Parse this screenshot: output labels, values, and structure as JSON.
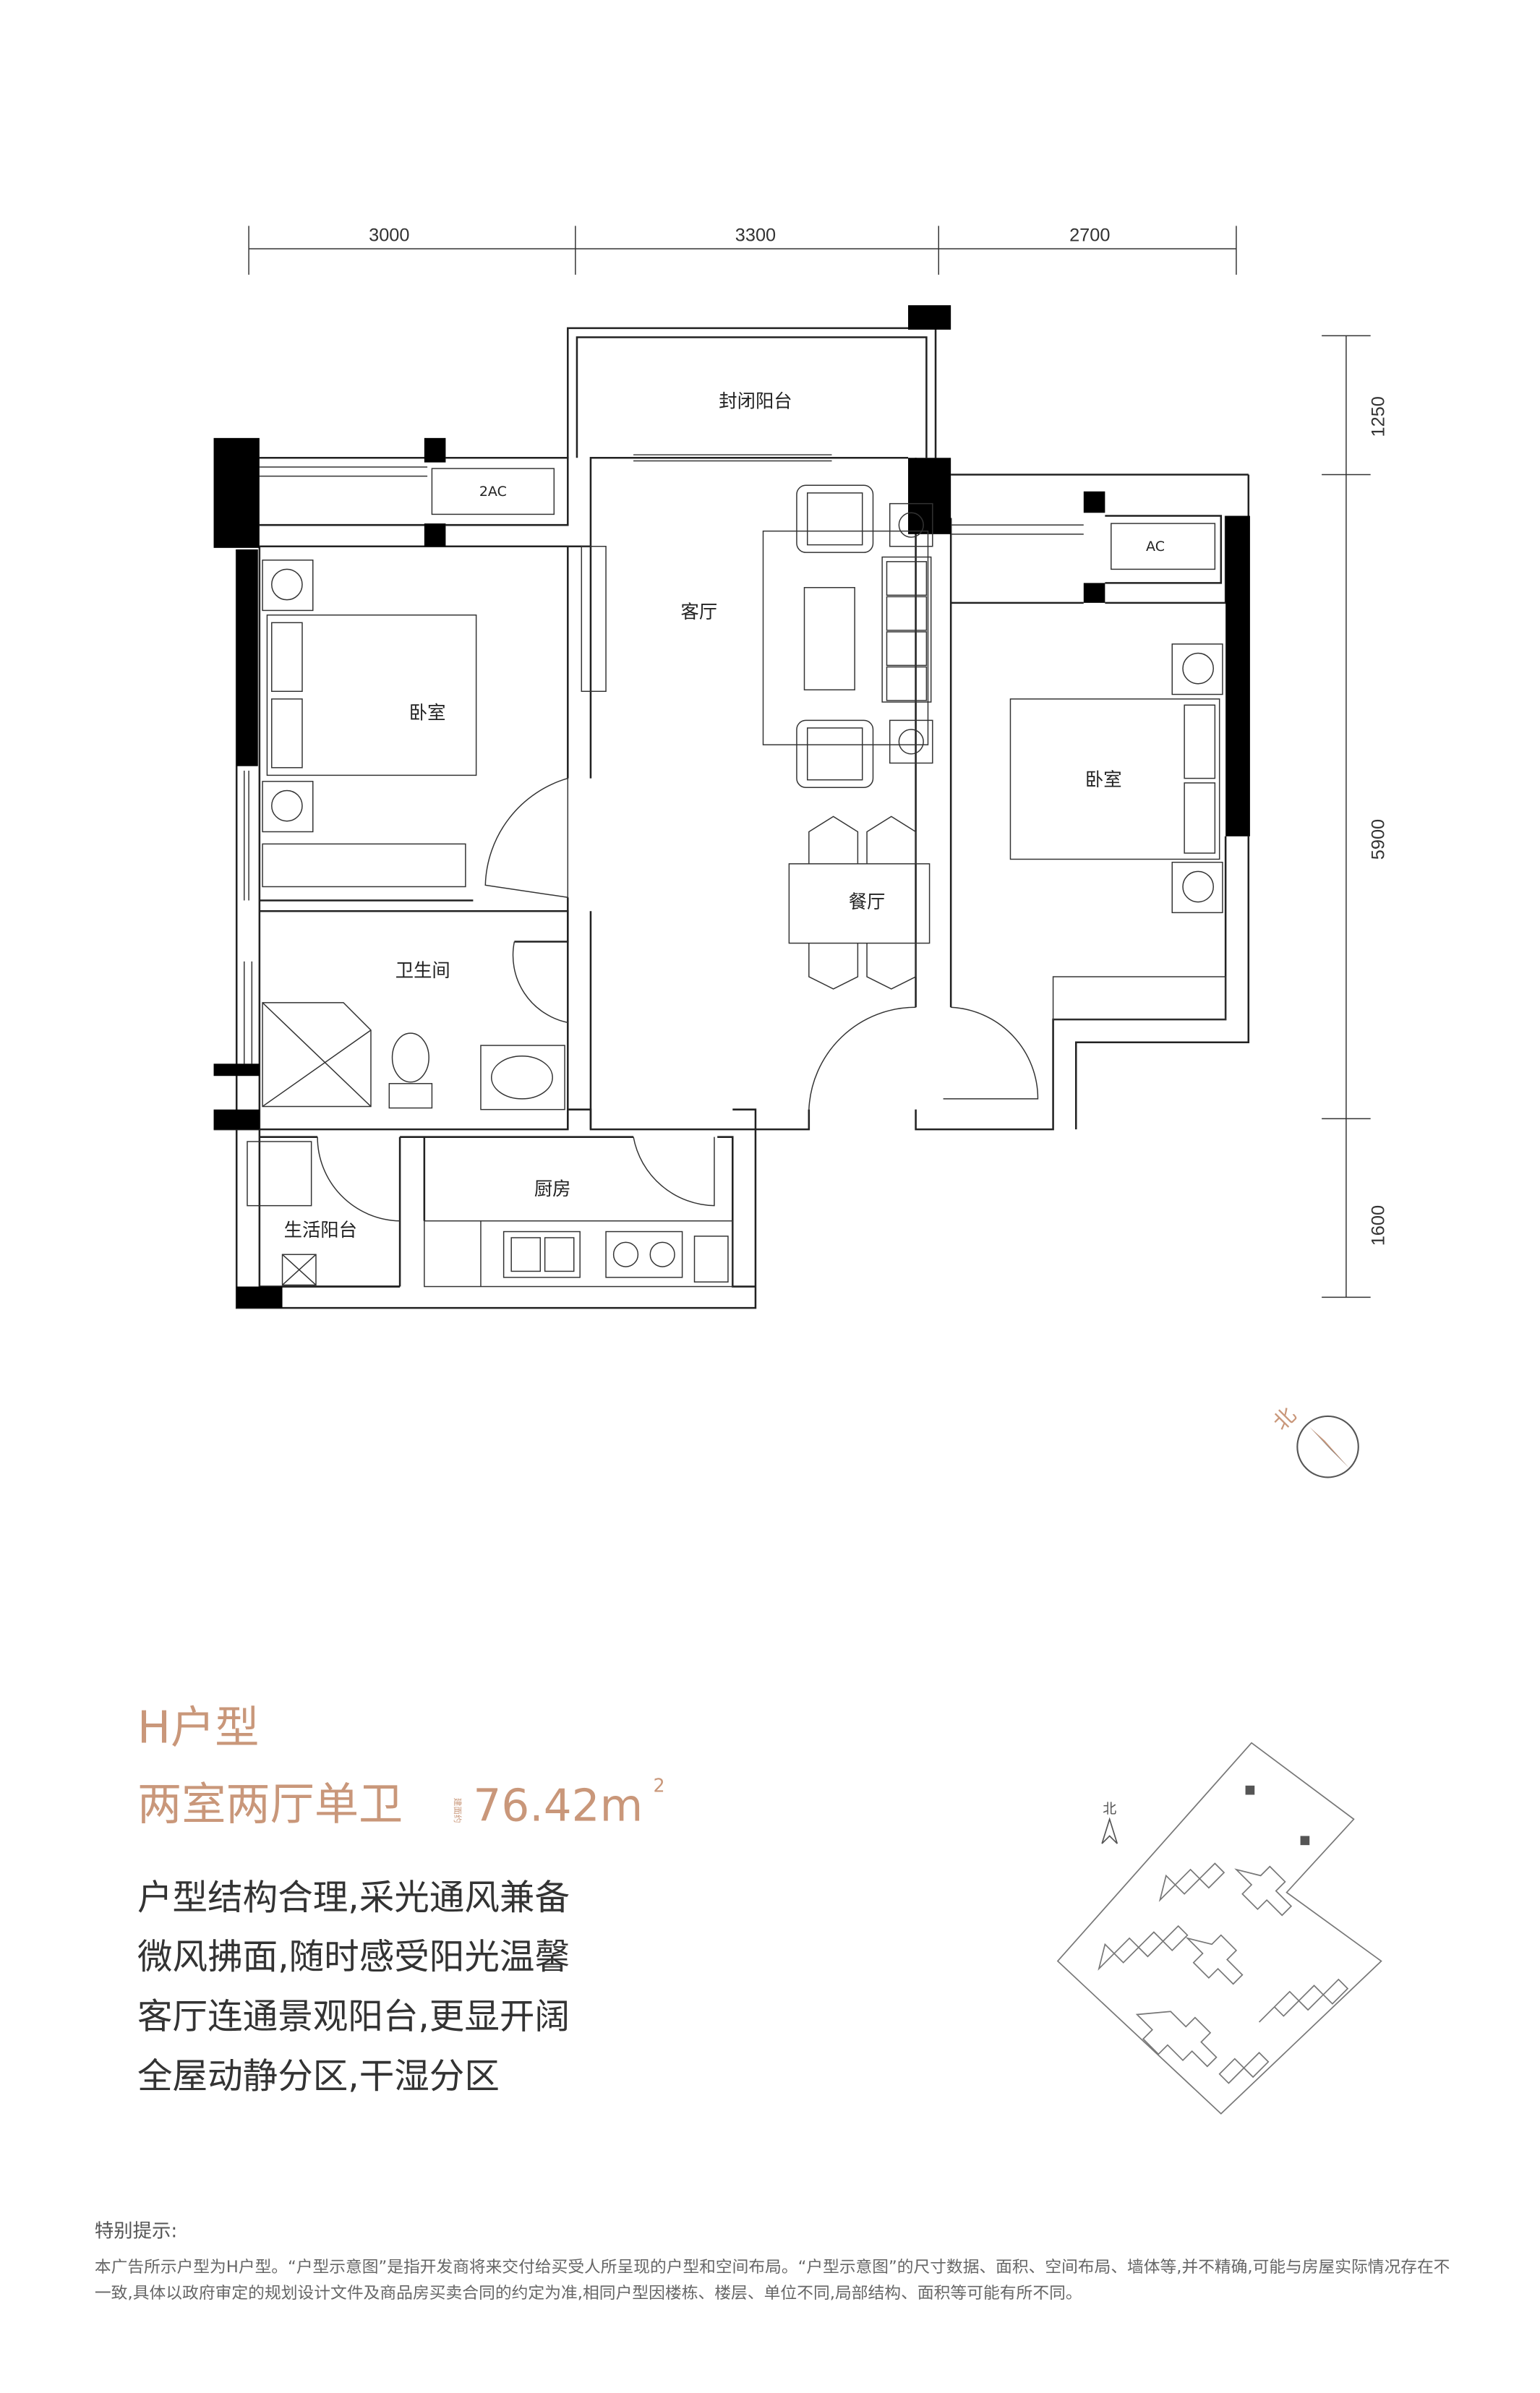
{
  "dimensions": {
    "top": [
      "3000",
      "3300",
      "2700"
    ],
    "right": [
      "1250",
      "5900",
      "1600"
    ]
  },
  "rooms": {
    "sealed_balcony": "封闭阳台",
    "living_room": "客厅",
    "bedroom_left": "卧室",
    "bedroom_right": "卧室",
    "dining_room": "餐厅",
    "bathroom": "卫生间",
    "kitchen": "厨房",
    "utility_balcony": "生活阳台",
    "ac_left": "2AC",
    "ac_right": "AC"
  },
  "compass": {
    "label": "北"
  },
  "unit": {
    "type": "H户型",
    "layout": "两室两厅单卫",
    "area_prefix": "建面约",
    "area": "76.42m",
    "area_sup": "2"
  },
  "features": [
    "户型结构合理,采光通风兼备",
    "微风拂面,随时感受阳光温馨",
    "客厅连通景观阳台,更显开阔",
    "全屋动静分区,干湿分区"
  ],
  "site_map": {
    "north_label": "北"
  },
  "notice": {
    "title": "特别提示:",
    "line1": "本广告所示户型为H户型。“户型示意图”是指开发商将来交付给买受人所呈现的户型和空间布局。“户型示意图”的尺寸数据、面积、空间布局、墙体等,并不精确,可能与房屋实际情况存在不",
    "line2": "一致,具体以政府审定的规划设计文件及商品房买卖合同的约定为准,相同户型因楼栋、楼层、单位不同,局部结构、面积等可能有所不同。"
  },
  "colors": {
    "accent": "#c9977a",
    "text": "#333333"
  }
}
